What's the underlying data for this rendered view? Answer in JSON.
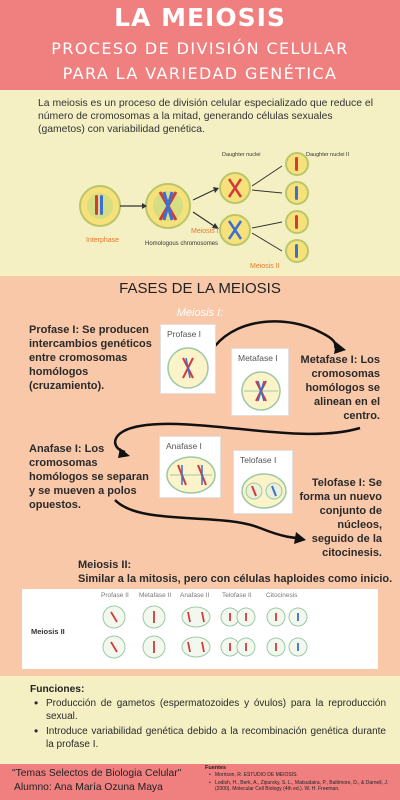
{
  "header": {
    "title": "LA MEIOSIS",
    "subtitle_line1": "PROCESO DE DIVISIÓN CELULAR",
    "subtitle_line2": "PARA LA VARIEDAD GENÉTICA"
  },
  "intro": {
    "text": "La meiosis es un proceso de división celular especializado que reduce el número de cromosomas a la mitad, generando células sexuales (gametos) con variabilidad genética.",
    "diagram_labels": {
      "interphase": "Interphase",
      "homologous": "Homologous chromosomes",
      "meiosis1": "Meiosis I",
      "meiosis2": "Meiosis II",
      "daughter": "Daughter nuclei",
      "daughter2": "Daughter nuclei II"
    }
  },
  "fases": {
    "title": "FASES DE LA MEIOSIS",
    "meiosis1_label": "Meiosis I:",
    "profase": {
      "text": "Profase I: Se producen intercambios genéticos entre cromosomas homólogos (cruzamiento).",
      "card": "Profase I"
    },
    "metafase": {
      "text": "Metafase I: Los cromosomas homólogos se alinean en el centro.",
      "card": "Metafase I"
    },
    "anafase": {
      "text": "Anafase I: Los cromosomas homólogos se separan y se mueven a polos opuestos.",
      "card": "Anafase I"
    },
    "telofase": {
      "text": "Telofase I: Se forma un nuevo conjunto de núcleos, seguido de la citocinesis.",
      "card": "Telofase I"
    },
    "meiosis2": {
      "title_line1": "Meiosis II:",
      "title_line2": "Similar a la mitosis, pero con células haploides como inicio.",
      "row_label": "Meiosis II",
      "heads": [
        "Profase II",
        "Metafase II",
        "Anafase II",
        "Telofase II",
        "Citocinesis"
      ]
    }
  },
  "funciones": {
    "title": "Funciones:",
    "items": [
      "Producción de gametos (espermatozoides y óvulos) para la reproducción sexual.",
      "Introduce variabilidad genética debido a la recombinación genética durante la profase I."
    ]
  },
  "footer": {
    "course": "\"Temas Selectos de Biologia Celular\"",
    "author": "Alumno: Ana María Ozuna Maya",
    "sources_title": "Fuentes",
    "sources": [
      "Morrison, R. ESTUDIO DE MEIOSIS.",
      "Lodish, H., Berk, A., Zipursky, S. L., Matsudaira, P., Baltimore, D., & Darnell, J. (2000). Molecular Cell Biology (4th ed.). W. H. Freeman."
    ]
  },
  "colors": {
    "header": "#f08080",
    "intro_bg": "#f4f0c4",
    "fases_bg": "#f9c8a9",
    "accent_orange": "#e8772e"
  }
}
